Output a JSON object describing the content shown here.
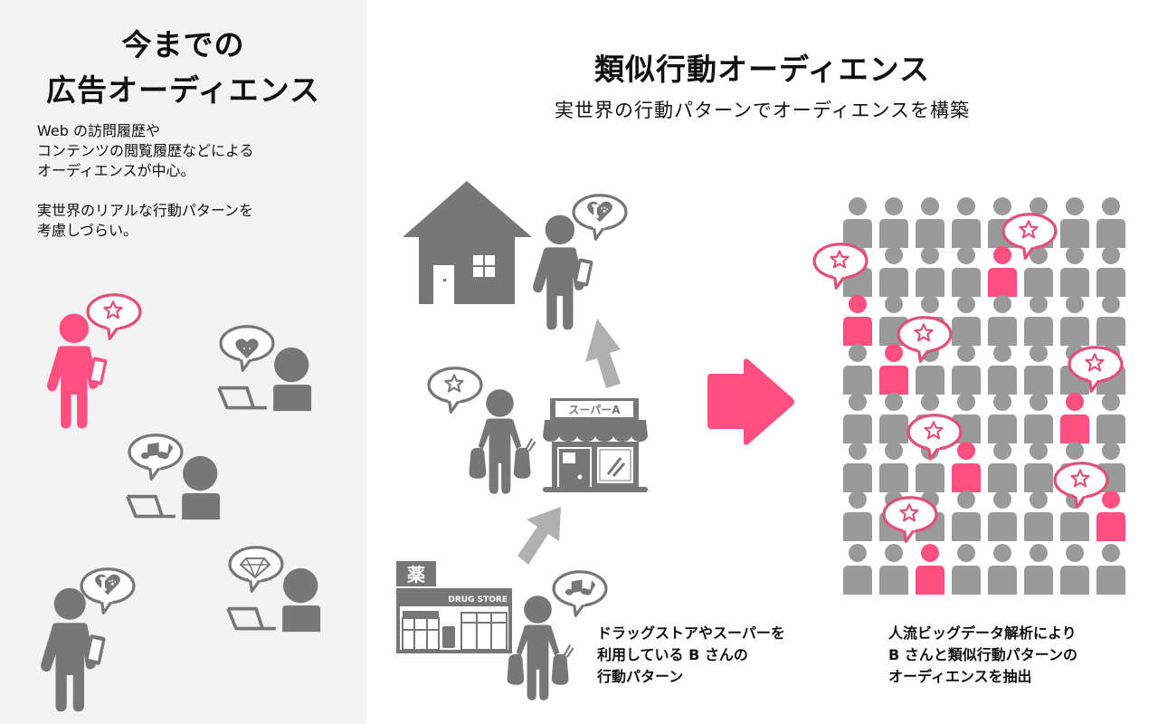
{
  "left_panel": {
    "title_line1": "今までの",
    "title_line2": "広告オーディエンス",
    "description": "Web の訪問履歴や\nコンテンツの閲覧履歴などによる\nオーディエンスが中心。\n\n実世界のリアルな行動パターンを\n考慮しづらい。",
    "illustrations": [
      {
        "type": "person-with-smartphone",
        "bubble": "star-icon",
        "highlight": true
      },
      {
        "type": "person-with-laptop",
        "bubble": "cat-heart-icon",
        "highlight": false
      },
      {
        "type": "person-with-laptop",
        "bubble": "music-notes-icon",
        "highlight": false
      },
      {
        "type": "person-with-laptop",
        "bubble": "diamond-icon",
        "highlight": false
      },
      {
        "type": "person-with-smartphone",
        "bubble": "bone-paw-heart-icon",
        "highlight": false
      }
    ]
  },
  "right_panel": {
    "title": "類似行動オーディエンス",
    "subtitle": "実世界の行動パターンでオーディエンスを構築",
    "flow": {
      "home": {
        "bubble": "bone-paw-heart-icon"
      },
      "supermarket": {
        "sign": "スーパーA",
        "bubble": "star-icon"
      },
      "drugstore": {
        "kanji_sign": "薬",
        "sign": "DRUG STORE",
        "bubble": "music-notes-icon"
      }
    },
    "caption_left": "ドラッグストアやスーパーを\n利用している B さんの\n行動パターン",
    "caption_right": "人流ビッグデータ解析により\nB さんと類似行動パターンの\nオーディエンスを抽出",
    "crowd": {
      "rows": 8,
      "cols": 8,
      "highlighted": [
        [
          1,
          4
        ],
        [
          2,
          0
        ],
        [
          3,
          1
        ],
        [
          4,
          6
        ],
        [
          5,
          3
        ],
        [
          6,
          7
        ],
        [
          7,
          2
        ]
      ]
    }
  },
  "colors": {
    "accent_pink": "#ff4f80",
    "icon_gray": "#777777",
    "crowd_gray": "#9a9a9a",
    "arrow_gray": "#b0b0b0",
    "panel_bg": "#f3f3f3"
  }
}
